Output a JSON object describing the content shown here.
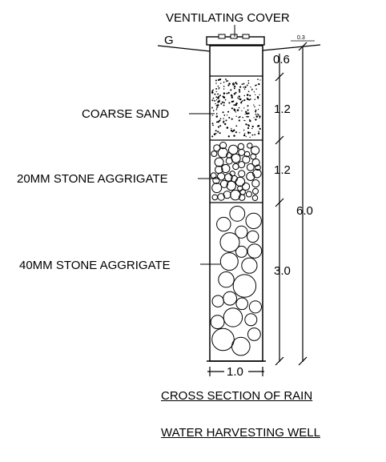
{
  "labels": {
    "cover": "VENTILATING COVER",
    "ground": "G",
    "sand": "COARSE SAND",
    "stone20": "20MM STONE AGGRIGATE",
    "stone40": "40MM STONE AGGRIGATE"
  },
  "dimensions": {
    "cover_height": "0.6",
    "cover_offset": "0.3",
    "sand_depth": "1.2",
    "stone20_depth": "1.2",
    "stone40_depth": "3.0",
    "total_depth": "6.0",
    "width": "1.0"
  },
  "caption": {
    "line1": "CROSS SECTION OF RAIN",
    "line2": "WATER HARVESTING WELL"
  }
}
